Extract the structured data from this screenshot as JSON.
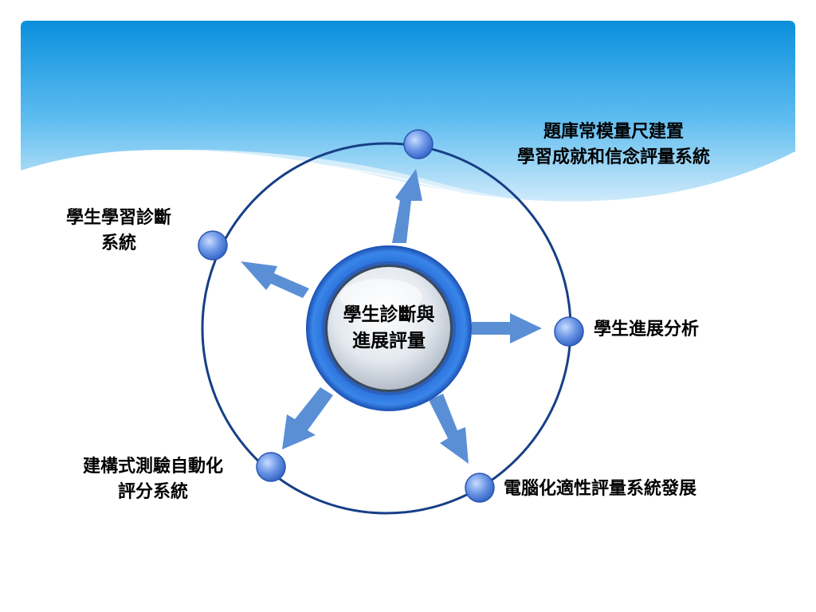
{
  "diagram": {
    "center": {
      "lines": [
        "學生診斷與",
        "進展評量"
      ]
    },
    "nodes": [
      {
        "id": "top",
        "lines": [
          "題庫常模量尺建置",
          "學習成就和信念評量系統"
        ]
      },
      {
        "id": "left",
        "lines": [
          "學生學習診斷",
          "系統"
        ]
      },
      {
        "id": "right",
        "lines": [
          "學生進展分析"
        ]
      },
      {
        "id": "bottom-left",
        "lines": [
          "建構式測驗自動化",
          "評分系統"
        ]
      },
      {
        "id": "bottom-right",
        "lines": [
          "電腦化適性評量系統發展"
        ]
      }
    ]
  },
  "colors": {
    "banner_top": "#0a8fdc",
    "banner_bottom": "#cfeafa",
    "ring": "#173f86",
    "arrow": "#5a8fd6",
    "node": "#4f7fdc",
    "center_ring": "#2a6fd8"
  }
}
